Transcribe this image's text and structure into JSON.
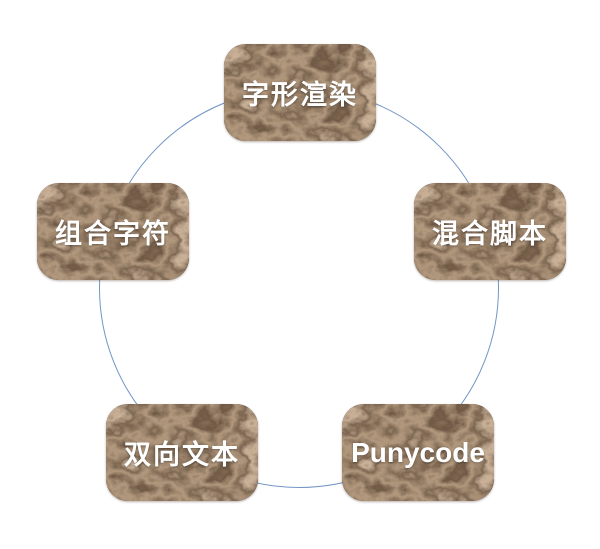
{
  "diagram": {
    "type": "cycle",
    "background_color": "#ffffff",
    "ring_color": "#7195c4",
    "node_style": "dark-brown-marble-texture",
    "label_color": "#ffffff",
    "nodes": [
      {
        "position": "top",
        "label": "字形渲染"
      },
      {
        "position": "right",
        "label": "混合脚本"
      },
      {
        "position": "bottom-right",
        "label": "Punycode"
      },
      {
        "position": "bottom-left",
        "label": "双向文本"
      },
      {
        "position": "left",
        "label": "组合字符"
      }
    ]
  }
}
